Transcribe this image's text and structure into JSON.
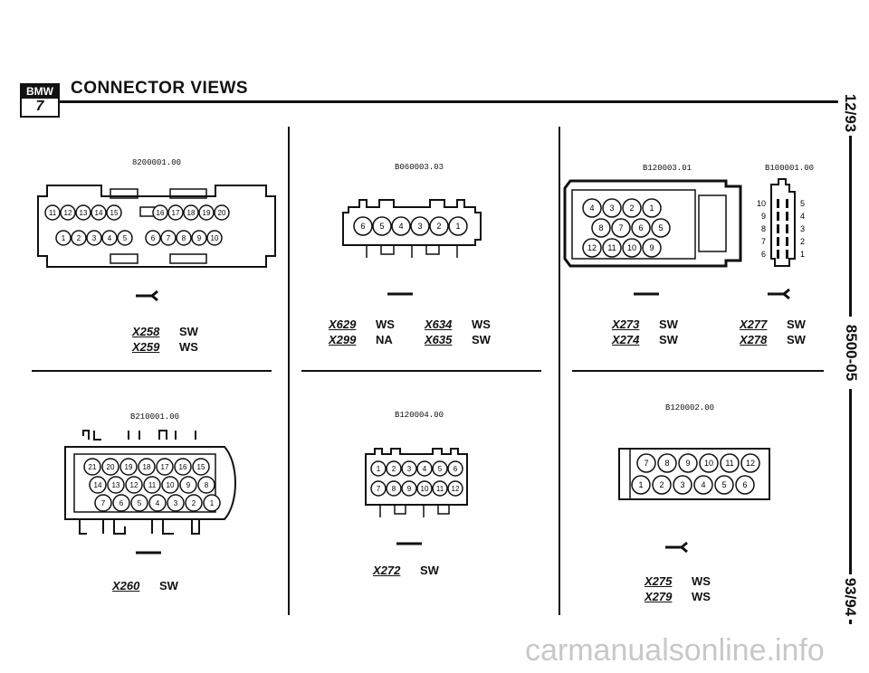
{
  "header": {
    "logo_text": "BMW",
    "logo_number": "7",
    "title": "CONNECTOR VIEWS"
  },
  "sidebar": {
    "top": "12/93",
    "middle": "8500-05",
    "bottom": "93/94"
  },
  "panels": [
    {
      "part_number": "8200001.00",
      "pins_top": [
        "11",
        "12",
        "13",
        "14",
        "15",
        "16",
        "17",
        "18",
        "19",
        "20"
      ],
      "pins_bottom": [
        "1",
        "2",
        "3",
        "4",
        "5",
        "6",
        "7",
        "8",
        "9",
        "10"
      ],
      "labels": [
        {
          "connector": "X258",
          "color": "SW"
        },
        {
          "connector": "X259",
          "color": "WS"
        }
      ]
    },
    {
      "part_number": "B060003.03",
      "pins_top": [
        "6",
        "5",
        "4",
        "3",
        "2",
        "1"
      ],
      "labels": [
        {
          "connector": "X629",
          "color": "WS"
        },
        {
          "connector": "X299",
          "color": "NA"
        },
        {
          "connector": "X634",
          "color": "WS"
        },
        {
          "connector": "X635",
          "color": "SW"
        }
      ]
    },
    {
      "part_number": "B120003.01",
      "part_number_2": "B100001.00",
      "pins_row1": [
        "4",
        "3",
        "2",
        "1"
      ],
      "pins_row2": [
        "8",
        "7",
        "6",
        "5"
      ],
      "pins_row3": [
        "12",
        "11",
        "10",
        "9"
      ],
      "side_pins_left": [
        "10",
        "9",
        "8",
        "7",
        "6"
      ],
      "side_pins_right": [
        "5",
        "4",
        "3",
        "2",
        "1"
      ],
      "labels": [
        {
          "connector": "X273",
          "color": "SW"
        },
        {
          "connector": "X274",
          "color": "SW"
        },
        {
          "connector": "X277",
          "color": "SW"
        },
        {
          "connector": "X278",
          "color": "SW"
        }
      ]
    },
    {
      "part_number": "B210001.00",
      "pins_row1": [
        "21",
        "20",
        "19",
        "18",
        "17",
        "16",
        "15"
      ],
      "pins_row2": [
        "14",
        "13",
        "12",
        "11",
        "10",
        "9",
        "8"
      ],
      "pins_row3": [
        "7",
        "6",
        "5",
        "4",
        "3",
        "2",
        "1"
      ],
      "labels": [
        {
          "connector": "X260",
          "color": "SW"
        }
      ]
    },
    {
      "part_number": "B120004.00",
      "pins_row1": [
        "1",
        "2",
        "3",
        "4",
        "5",
        "6"
      ],
      "pins_row2": [
        "7",
        "8",
        "9",
        "10",
        "11",
        "12"
      ],
      "labels": [
        {
          "connector": "X272",
          "color": "SW"
        }
      ]
    },
    {
      "part_number": "B120002.00",
      "pins_row1": [
        "7",
        "8",
        "9",
        "10",
        "11",
        "12"
      ],
      "pins_row2": [
        "1",
        "2",
        "3",
        "4",
        "5",
        "6"
      ],
      "labels": [
        {
          "connector": "X275",
          "color": "WS"
        },
        {
          "connector": "X279",
          "color": "WS"
        }
      ]
    }
  ],
  "watermark": "carmanualsonline.info"
}
